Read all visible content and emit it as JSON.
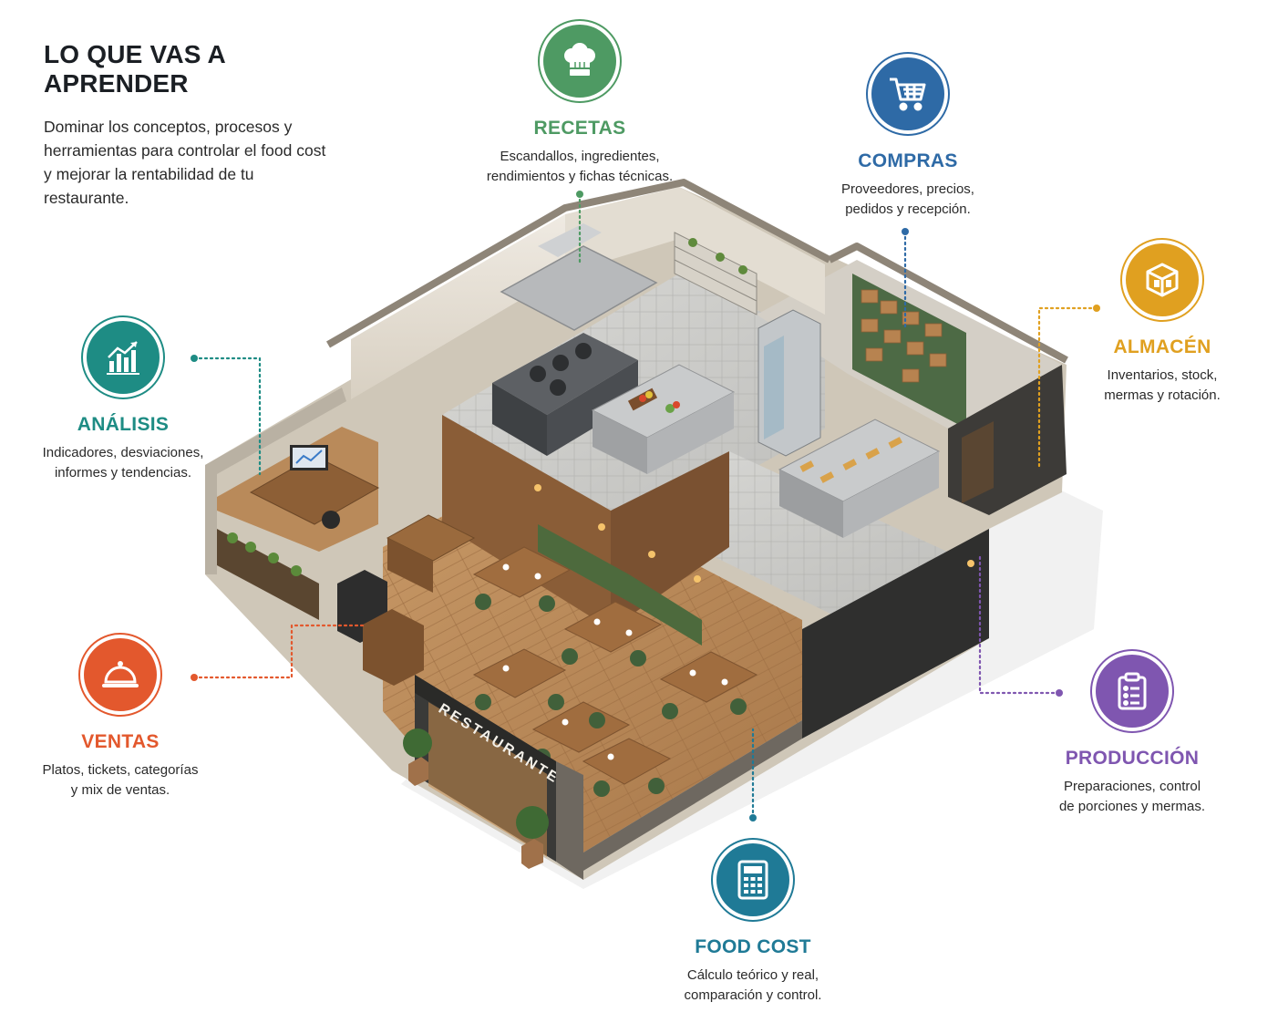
{
  "intro": {
    "heading": "LO QUE VAS A APRENDER",
    "text": "Dominar los conceptos, procesos y herramientas para controlar el food cost y mejorar la rentabilidad de tu restaurante."
  },
  "sign": "RESTAURANTE",
  "topics": {
    "recetas": {
      "title": "RECETAS",
      "desc": "Escandallos, ingredientes,\nrendimientos y fichas técnicas.",
      "color": "#4e9a63",
      "icon": "chef-hat-icon"
    },
    "compras": {
      "title": "COMPRAS",
      "desc": "Proveedores, precios,\npedidos y recepción.",
      "color": "#2e6aa6",
      "icon": "shopping-cart-icon"
    },
    "almacen": {
      "title": "ALMACÉN",
      "desc": "Inventarios, stock,\nmermas y rotación.",
      "color": "#e0a020",
      "icon": "box-icon"
    },
    "analisis": {
      "title": "ANÁLISIS",
      "desc": "Indicadores, desviaciones,\ninformes y tendencias.",
      "color": "#1e8c84",
      "icon": "chart-icon"
    },
    "ventas": {
      "title": "VENTAS",
      "desc": "Platos, tickets, categorías\ny mix de ventas.",
      "color": "#e3582d",
      "icon": "cloche-icon"
    },
    "produccion": {
      "title": "PRODUCCIÓN",
      "desc": "Preparaciones, control\nde porciones y mermas.",
      "color": "#7f56b0",
      "icon": "clipboard-icon"
    },
    "foodcost": {
      "title": "FOOD COST",
      "desc": "Cálculo teórico y real,\ncomparación y control.",
      "color": "#1f7a96",
      "icon": "calculator-icon"
    }
  }
}
